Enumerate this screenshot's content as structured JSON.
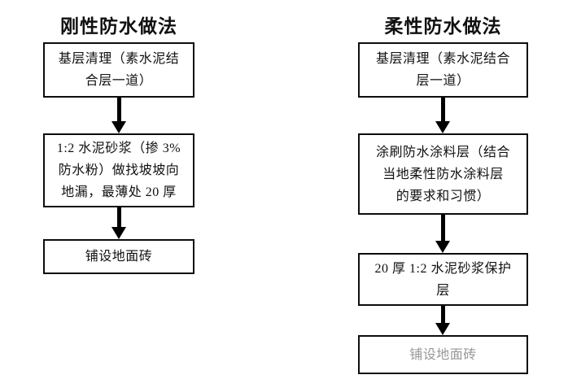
{
  "diagram": {
    "title_left": "刚性防水做法",
    "title_right": "柔性防水做法",
    "columns": [
      {
        "id": "rigid",
        "title": "刚性防水做法",
        "nodes": [
          {
            "id": "rigid-n1",
            "text": "基层清理（素水泥结\n合层一道）"
          },
          {
            "id": "rigid-n2",
            "text": "1:2 水泥砂浆（掺 3%\n防水粉）做找坡坡向\n地漏，最薄处 20 厚"
          },
          {
            "id": "rigid-n3",
            "text": "铺设地面砖"
          }
        ],
        "connectors": [
          "arrow-down",
          "arrow-down"
        ]
      },
      {
        "id": "flexible",
        "title": "柔性防水做法",
        "nodes": [
          {
            "id": "flex-n1",
            "text": "基层清理（素水泥结合\n层一道）"
          },
          {
            "id": "flex-n2",
            "text": "涂刷防水涂料层（结合\n当地柔性防水涂料层\n的要求和习惯）"
          },
          {
            "id": "flex-n3",
            "text": "20 厚 1:2 水泥砂浆保护\n层"
          },
          {
            "id": "flex-n4",
            "text": "铺设地面砖"
          }
        ],
        "connectors": [
          "arrow-down",
          "arrow-down",
          "arrow-down"
        ]
      }
    ],
    "colors": {
      "background": "#ffffff",
      "border": "#0d0d0d",
      "text": "#111111",
      "arrow": "#000000"
    }
  }
}
